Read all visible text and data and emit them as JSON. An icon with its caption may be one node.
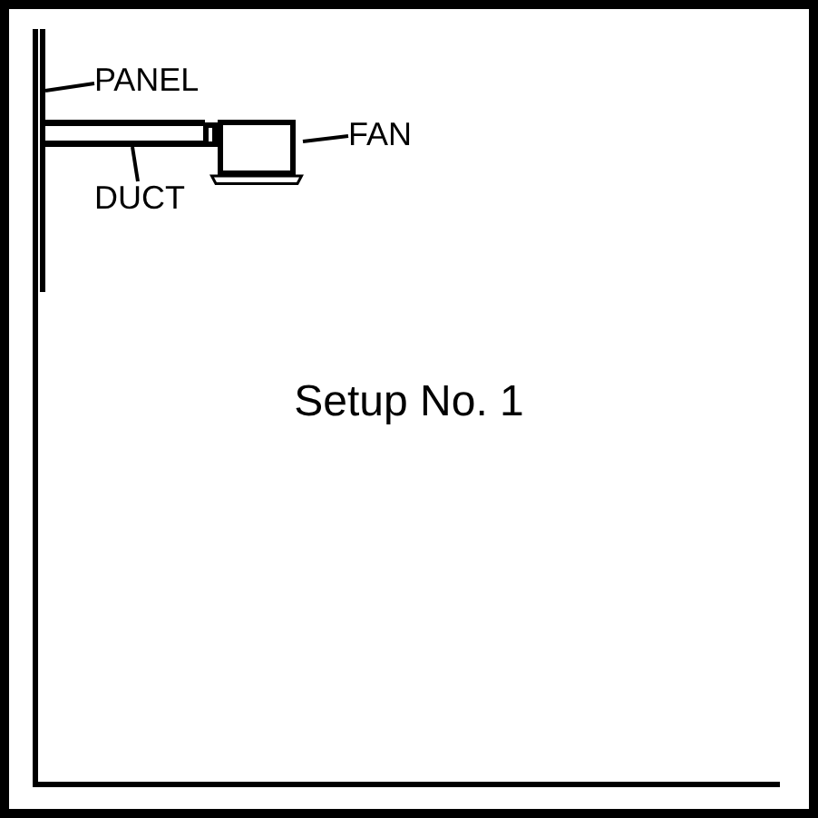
{
  "diagram": {
    "title": "Setup No. 1",
    "nodes": [
      {
        "text": [
          "PANEL"
        ]
      },
      {
        "text": [],
        "shape": "bar"
      },
      {
        "text": [
          "DUCT"
        ]
      },
      {
        "text": [],
        "shape": "bar"
      },
      {
        "text": [
          "FAN"
        ]
      },
      {
        "text": [],
        "shape": "box"
      }
    ],
    "edges": [
      {
        "from": 0,
        "to": 1,
        "arrow": "none"
      },
      {
        "from": 2,
        "to": 3,
        "arrow": "none"
      },
      {
        "from": 4,
        "to": 5,
        "arrow": "none"
      }
    ]
  }
}
